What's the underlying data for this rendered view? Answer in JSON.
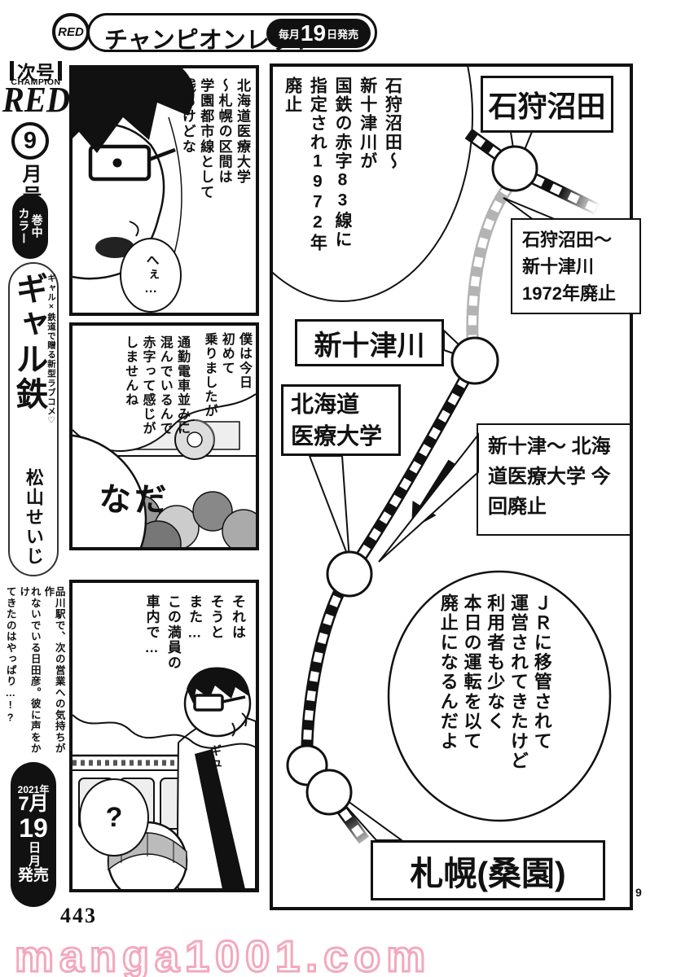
{
  "header": {
    "logo": "RED",
    "magazine": "チャンピオンレッド",
    "release_prefix": "毎月",
    "release_day": "19",
    "release_suffix": "日発売"
  },
  "sidebar": {
    "next_issue": "次号",
    "champion": "CHAMPION",
    "red": "RED",
    "issue_number": "9",
    "issue_suffix": "月号",
    "color_badge": [
      "巻中",
      "カラー"
    ],
    "title": "ギャル鉄",
    "subtitle": "ギャル×鉄道で贈る新型ラブコメ♡",
    "author": "松山せいじ",
    "teaser_cols": [
      "品川駅で、次の営業への気持ちが作",
      "れないでいる日田彦。彼に声をかけ",
      "てきたのはやっぱり…!?"
    ],
    "date": {
      "year": "2021年",
      "month": "7月",
      "day": "19",
      "weekday": "日月",
      "sale": "発売"
    }
  },
  "panel1": {
    "dialogue_cols": [
      "北海道医療大学",
      "〜札幌の区間は",
      "学園都市線として",
      "残るけどな"
    ],
    "reply_bubble": "へぇ…"
  },
  "panel2": {
    "dialogue1_cols": [
      "僕は今日",
      "初めて",
      "乗りましたが"
    ],
    "dialogue2_cols": [
      "通勤電車並みに",
      "混んでいるんで",
      "赤字って感じが",
      "しませんね"
    ],
    "reply": "だな"
  },
  "panel3": {
    "dialogue_cols": [
      "それは",
      "そうと",
      "また…",
      "この満員の",
      "車内で…"
    ],
    "question": "?",
    "sfx": "ギューっ"
  },
  "map": {
    "note_cols": [
      "石狩沼田〜",
      "新十津川が",
      "国鉄の赤字83線に",
      "指定され1972年",
      "廃止"
    ],
    "station_ishikari": "石狩沼田",
    "station_shintotsukawa": "新十津川",
    "station_hokkaido_lines": [
      "北海道",
      "医療大学"
    ],
    "station_sapporo": "札幌(桑園)",
    "callout_1972_lines": [
      "石狩沼田〜",
      "新十津川",
      "1972年廃止"
    ],
    "callout_now_lines": [
      "新十津〜",
      "北海道医療大学",
      "今回廃止"
    ],
    "balloon_cols": [
      "ＪＲに移管されて",
      "運営されてきたけど",
      "利用者も少なく",
      "本日の運転を以て",
      "廃止になるんだよ"
    ],
    "page_label": "9"
  },
  "footer": {
    "page_number": "443",
    "watermark": "manga1001.com"
  },
  "colors": {
    "ink": "#111111",
    "abolished_gray": "#b3b3b3",
    "watermark_pink": "#f3a8bc"
  }
}
